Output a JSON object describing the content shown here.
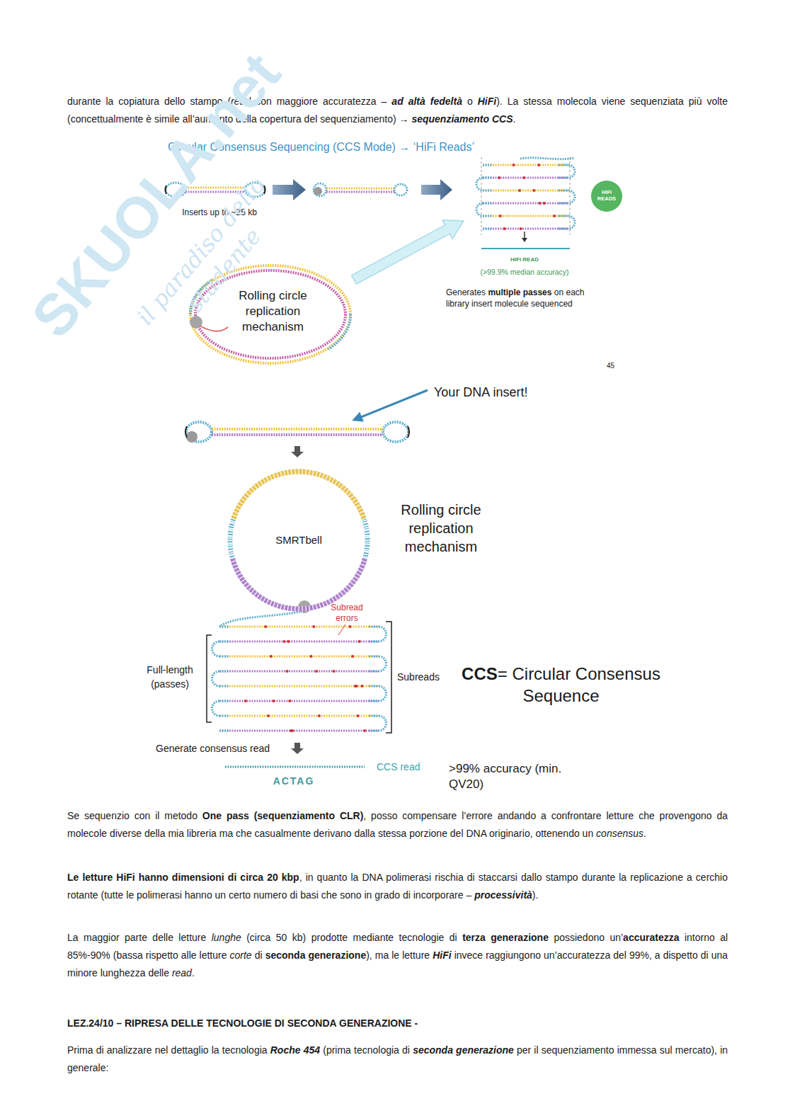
{
  "diagram": {
    "nodes": [
      {
        "text": [
          "HIFI READS"
        ]
      },
      {
        "text": [
          "SMRTbell"
        ]
      }
    ],
    "labels": [
      "durante la copiatura dello stampo (",
      "read",
      "con maggiore accuratezza –",
      "ad altà fedeltà",
      "o",
      "HiFi",
      "). La stessa molecola viene sequenziata più volte (concettualmente è simile all’aumento della copertura del sequenziamento) →",
      "sequenziamento CCS",
      ".",
      "Circular Consensus Sequencing (CCS Mode) → ‘HiFi Reads’",
      "Inserts up to ~25 kb",
      "HIFI READ",
      "(>99.9% median accuracy)",
      "Generates",
      "multiple passes",
      "on each library insert molecule sequenced",
      "Rolling circle replication mechanism",
      "45",
      "Your DNA insert!",
      "Rolling circle replication mechanism",
      "Subread errors",
      "Full-length (passes)",
      "Subreads",
      "CCS",
      "= Circular Consensus Sequence",
      "Generate consensus read",
      "CCS read",
      "ACTAG",
      ">99% accuracy (min. QV20)",
      "Se sequenzio con il metodo",
      "One pass (sequenziamento CLR)",
      ", posso compensare l’errore andando a confrontare letture che provengono da molecole diverse della mia libreria ma che casualmente derivano dalla stessa porzione del DNA originario, ottenendo un",
      "consensus",
      ".",
      "Le letture HiFi hanno dimensioni di circa 20 kbp",
      ", in quanto la DNA polimerasi rischia di staccarsi dallo stampo durante la replicazione a cerchio rotante (tutte le polimerasi hanno un certo numero di basi che sono in grado di incorporare –",
      "processività",
      ").",
      "La maggior parte delle letture",
      "lunghe",
      "(circa 50 kb) prodotte mediante tecnologie di",
      "terza generazione",
      "possiedono un’",
      "accuratezza",
      "intorno al 85%-90% (bassa rispetto alle letture",
      "corte",
      "di",
      "seconda generazione",
      "), ma le letture",
      "HiFi",
      "invece raggiungono un’accuratezza del 99%, a dispetto di una minore lunghezza delle",
      "read",
      ".",
      "LEZ.24/10 – RIPRESA DELLE TECNOLOGIE DI SECONDA GENERAZIONE -",
      "Prima di analizzare nel dettaglio la tecnologia",
      "Roche 454",
      "(prima tecnologia di",
      "seconda generazione",
      "per il sequenziamento immessa sul mercato), in generale:",
      "SKUOLA.net",
      "il paradiso dello studente"
    ]
  }
}
